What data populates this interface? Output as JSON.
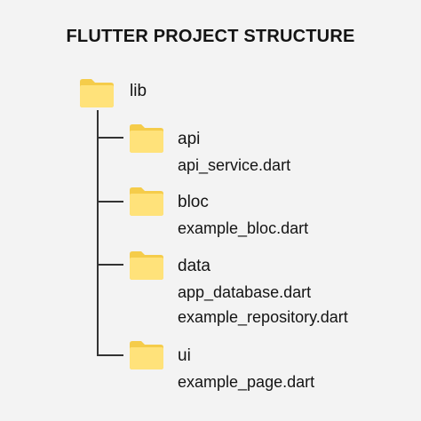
{
  "title": "FLUTTER PROJECT STRUCTURE",
  "root": {
    "name": "lib",
    "icon": "folder-icon"
  },
  "folders": [
    {
      "name": "api",
      "icon": "folder-icon",
      "files": [
        "api_service.dart"
      ]
    },
    {
      "name": "bloc",
      "icon": "folder-icon",
      "files": [
        "example_bloc.dart"
      ]
    },
    {
      "name": "data",
      "icon": "folder-icon",
      "files": [
        "app_database.dart",
        "example_repository.dart"
      ]
    },
    {
      "name": "ui",
      "icon": "folder-icon",
      "files": [
        "example_page.dart"
      ]
    }
  ],
  "colors": {
    "folder_body": "#FFE27A",
    "folder_tab": "#F5CC4A",
    "line": "#333333",
    "background": "#F3F3F3"
  }
}
